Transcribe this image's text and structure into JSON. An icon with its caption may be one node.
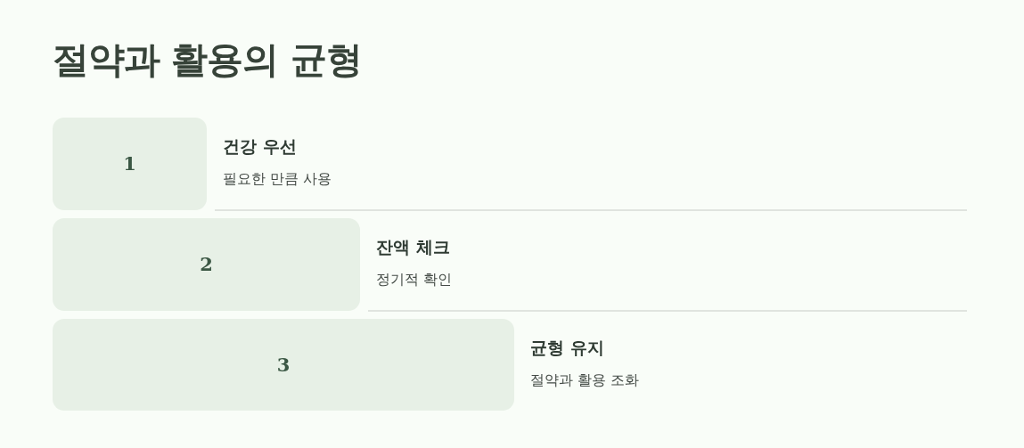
{
  "diagram": {
    "title": "절약과 활용의 균형",
    "nodes": [
      {
        "text": [
          "1"
        ],
        "beside": [
          "건강 우선",
          "필요한 만큼 사용"
        ]
      },
      {
        "text": [
          "2"
        ],
        "beside": [
          "잔액 체크",
          "정기적 확인"
        ]
      },
      {
        "text": [
          "3"
        ],
        "beside": [
          "균형 유지",
          "절약과 활용 조화"
        ]
      }
    ]
  }
}
